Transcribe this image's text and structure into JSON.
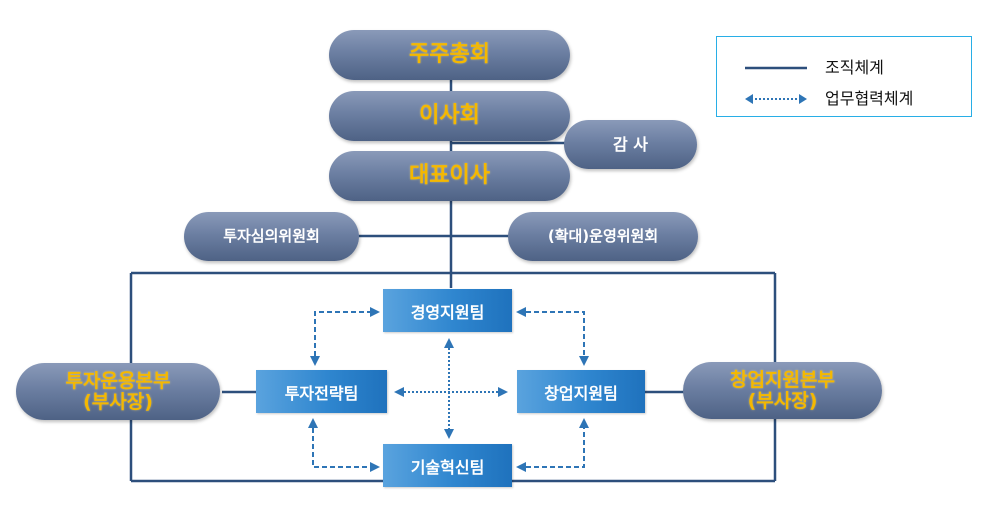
{
  "legend": {
    "items": [
      {
        "label": "조직체계",
        "style": "solid"
      },
      {
        "label": "업무협력체계",
        "style": "dotted-arrow"
      }
    ]
  },
  "governance": {
    "shareholders": "주주총회",
    "board": "이사회",
    "auditor": "감 사",
    "ceo": "대표이사"
  },
  "committees": {
    "investment_review": "투자심의위원회",
    "operating": "(확대)운영위원회"
  },
  "divisions": {
    "investment": {
      "name": "투자운용본부",
      "sub": "(부사장)"
    },
    "startup": {
      "name": "창업지원본부",
      "sub": "(부사장)"
    }
  },
  "teams": {
    "management_support": "경영지원팀",
    "investment_strategy": "투자전략팀",
    "startup_support": "창업지원팀",
    "tech_innovation": "기술혁신팀"
  },
  "colors": {
    "org_line": "#2d4f7c",
    "coop_line": "#2e75b6",
    "pill_text_gold": "#f5b800",
    "legend_border": "#28aee6"
  }
}
